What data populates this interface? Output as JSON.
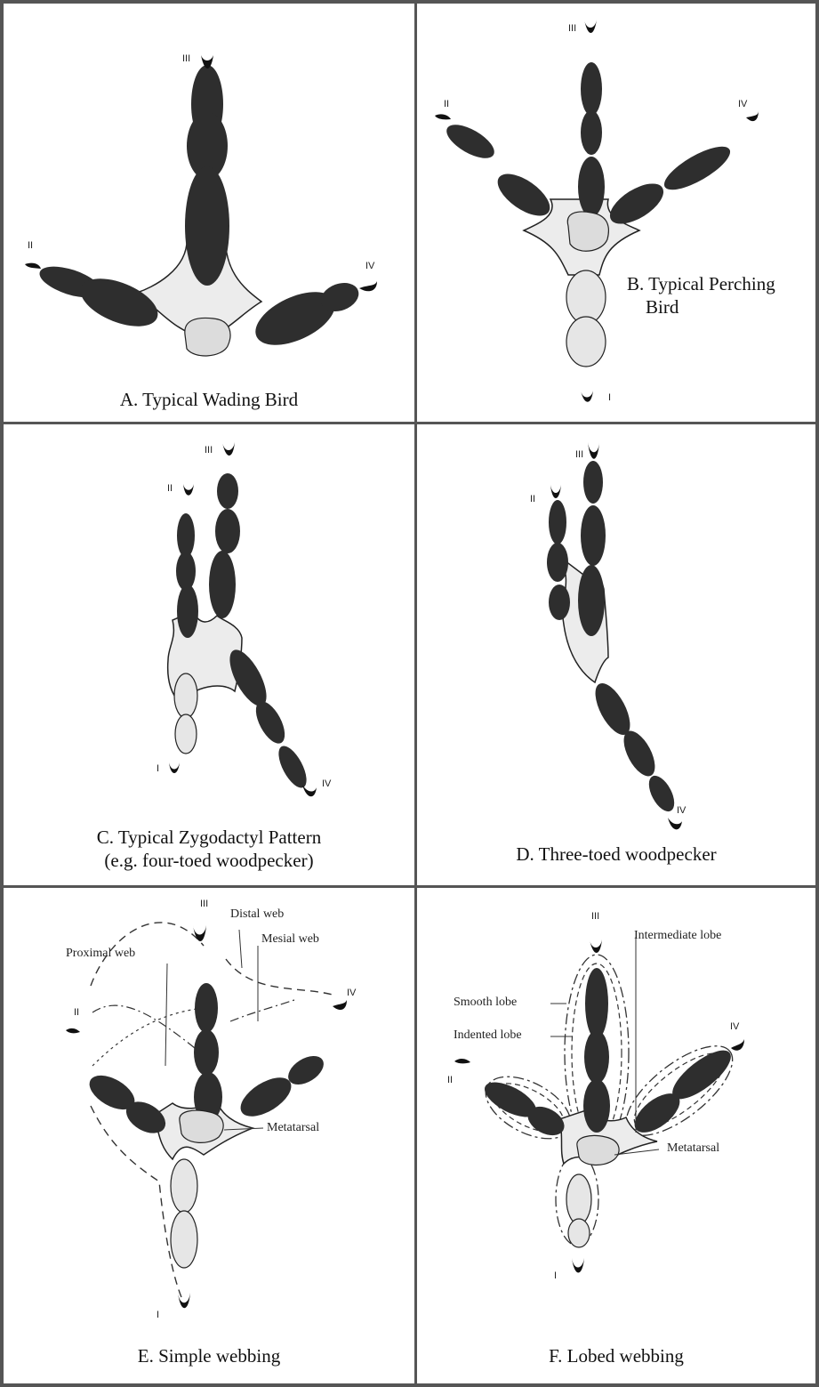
{
  "panels": [
    {
      "id": "a",
      "caption": "A. Typical Wading Bird",
      "toes": {
        "I": "",
        "II": "II",
        "III": "III",
        "IV": "IV"
      }
    },
    {
      "id": "b",
      "caption": "B. Typical Perching Bird",
      "caption_line1": "B. Typical Perching",
      "caption_line2": "Bird",
      "toes": {
        "I": "I",
        "II": "II",
        "III": "III",
        "IV": "IV"
      }
    },
    {
      "id": "c",
      "caption_line1": "C. Typical Zygodactyl Pattern",
      "caption_line2": "(e.g. four-toed woodpecker)",
      "toes": {
        "I": "I",
        "II": "II",
        "III": "III",
        "IV": "IV"
      }
    },
    {
      "id": "d",
      "caption": "D. Three-toed woodpecker",
      "toes": {
        "II": "II",
        "III": "III",
        "IV": "IV"
      }
    },
    {
      "id": "e",
      "caption": "E. Simple webbing",
      "toes": {
        "I": "I",
        "II": "II",
        "III": "III",
        "IV": "IV"
      },
      "labels": {
        "distal": "Distal web",
        "mesial": "Mesial web",
        "proximal": "Proximal web",
        "metatarsal": "Metatarsal"
      }
    },
    {
      "id": "f",
      "caption": "F. Lobed webbing",
      "toes": {
        "I": "I",
        "II": "II",
        "III": "III",
        "IV": "IV"
      },
      "labels": {
        "intermediate": "Intermediate lobe",
        "smooth": "Smooth lobe",
        "indented": "Indented lobe",
        "metatarsal": "Metatarsal"
      }
    }
  ],
  "colors": {
    "toe": "#2e2e2e",
    "hallux": "#e6e6e6",
    "pad": "#dcdcdc",
    "web": "#ececec",
    "border": "#555555"
  }
}
